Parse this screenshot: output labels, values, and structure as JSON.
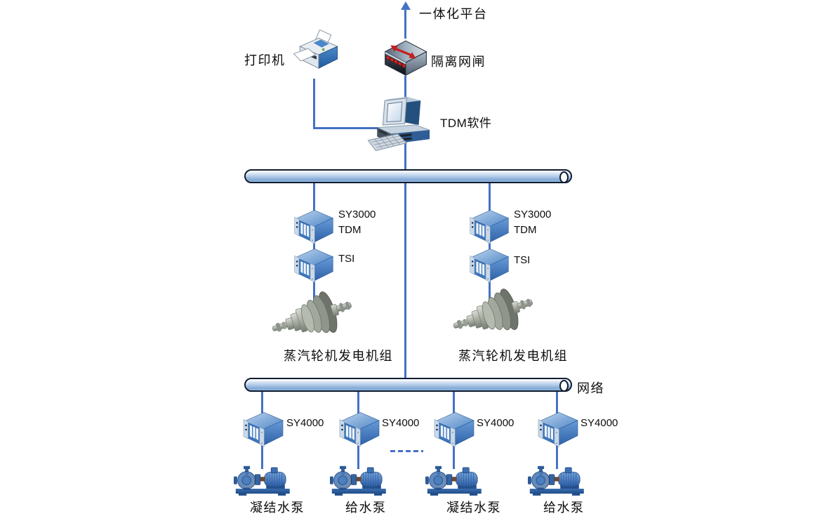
{
  "top": {
    "platform_label": "一体化平台",
    "printer_label": "打印机",
    "gateway_label": "隔离网闸",
    "computer_label": "TDM软件"
  },
  "units": [
    {
      "daq_line1": "SY3000",
      "daq_line2": "TDM",
      "tsi_label": "TSI",
      "machine_label": "蒸汽轮机发电机组"
    },
    {
      "daq_line1": "SY3000",
      "daq_line2": "TDM",
      "tsi_label": "TSI",
      "machine_label": "蒸汽轮机发电机组"
    }
  ],
  "tier2": {
    "network_label": "网络"
  },
  "columns": [
    {
      "daq_label": "SY4000",
      "pump_label": "凝结水泵"
    },
    {
      "daq_label": "SY4000",
      "pump_label": "给水泵"
    },
    {
      "daq_label": "SY4000",
      "pump_label": "凝结水泵"
    },
    {
      "daq_label": "SY4000",
      "pump_label": "给水泵"
    }
  ],
  "colors": {
    "connector_blue": "#4472C4",
    "bus_outline": "#101c30",
    "bus_fill_top": "#eef4fb",
    "bus_fill_bottom": "#82a9d6",
    "device_blue": "#3e76bc",
    "gateway_led_red": "#e02424",
    "gateway_arrow_red": "#c41e1e",
    "text": "#0d0d0d"
  }
}
